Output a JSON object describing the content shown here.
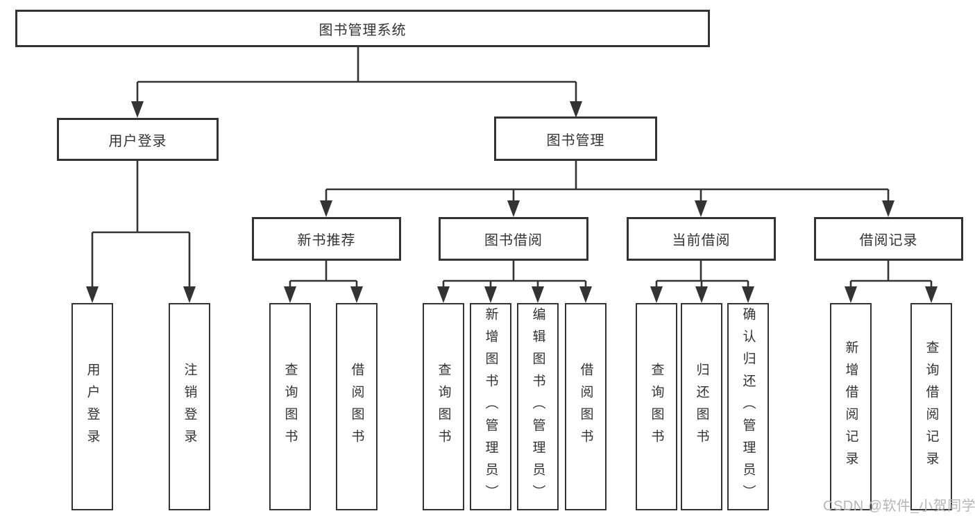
{
  "nodes": {
    "root": "图书管理系统",
    "user_login": "用户登录",
    "book_management": "图书管理",
    "new_book_recommend": "新书推荐",
    "book_borrowing": "图书借阅",
    "current_borrowing": "当前借阅",
    "borrowing_records": "借阅记录",
    "ul_user_login": "用户登录",
    "ul_logout": "注销登录",
    "nbr_query_book": "查询图书",
    "nbr_borrow_book": "借阅图书",
    "bb_query_book": "查询图书",
    "bb_add_book": "新增图书（管理员）",
    "bb_edit_book": "编辑图书（管理员）",
    "bb_borrow_book": "借阅图书",
    "cb_query_book": "查询图书",
    "cb_return_book": "归还图书",
    "cb_confirm_return": "确认归还（管理员）",
    "br_add_record": "新增借阅记录",
    "br_query_record": "查询借阅记录"
  },
  "hierarchy": {
    "root": [
      "user_login",
      "book_management"
    ],
    "user_login": [
      "ul_user_login",
      "ul_logout"
    ],
    "book_management": [
      "new_book_recommend",
      "book_borrowing",
      "current_borrowing",
      "borrowing_records"
    ],
    "new_book_recommend": [
      "nbr_query_book",
      "nbr_borrow_book"
    ],
    "book_borrowing": [
      "bb_query_book",
      "bb_add_book",
      "bb_edit_book",
      "bb_borrow_book"
    ],
    "current_borrowing": [
      "cb_query_book",
      "cb_return_book",
      "cb_confirm_return"
    ],
    "borrowing_records": [
      "br_add_record",
      "br_query_record"
    ]
  },
  "watermark": "CSDN @软件_小贺同学",
  "colors": {
    "line": "#333333",
    "box_border": "#333333",
    "text": "#333333",
    "background": "#ffffff",
    "watermark": "#b6b6b6"
  }
}
